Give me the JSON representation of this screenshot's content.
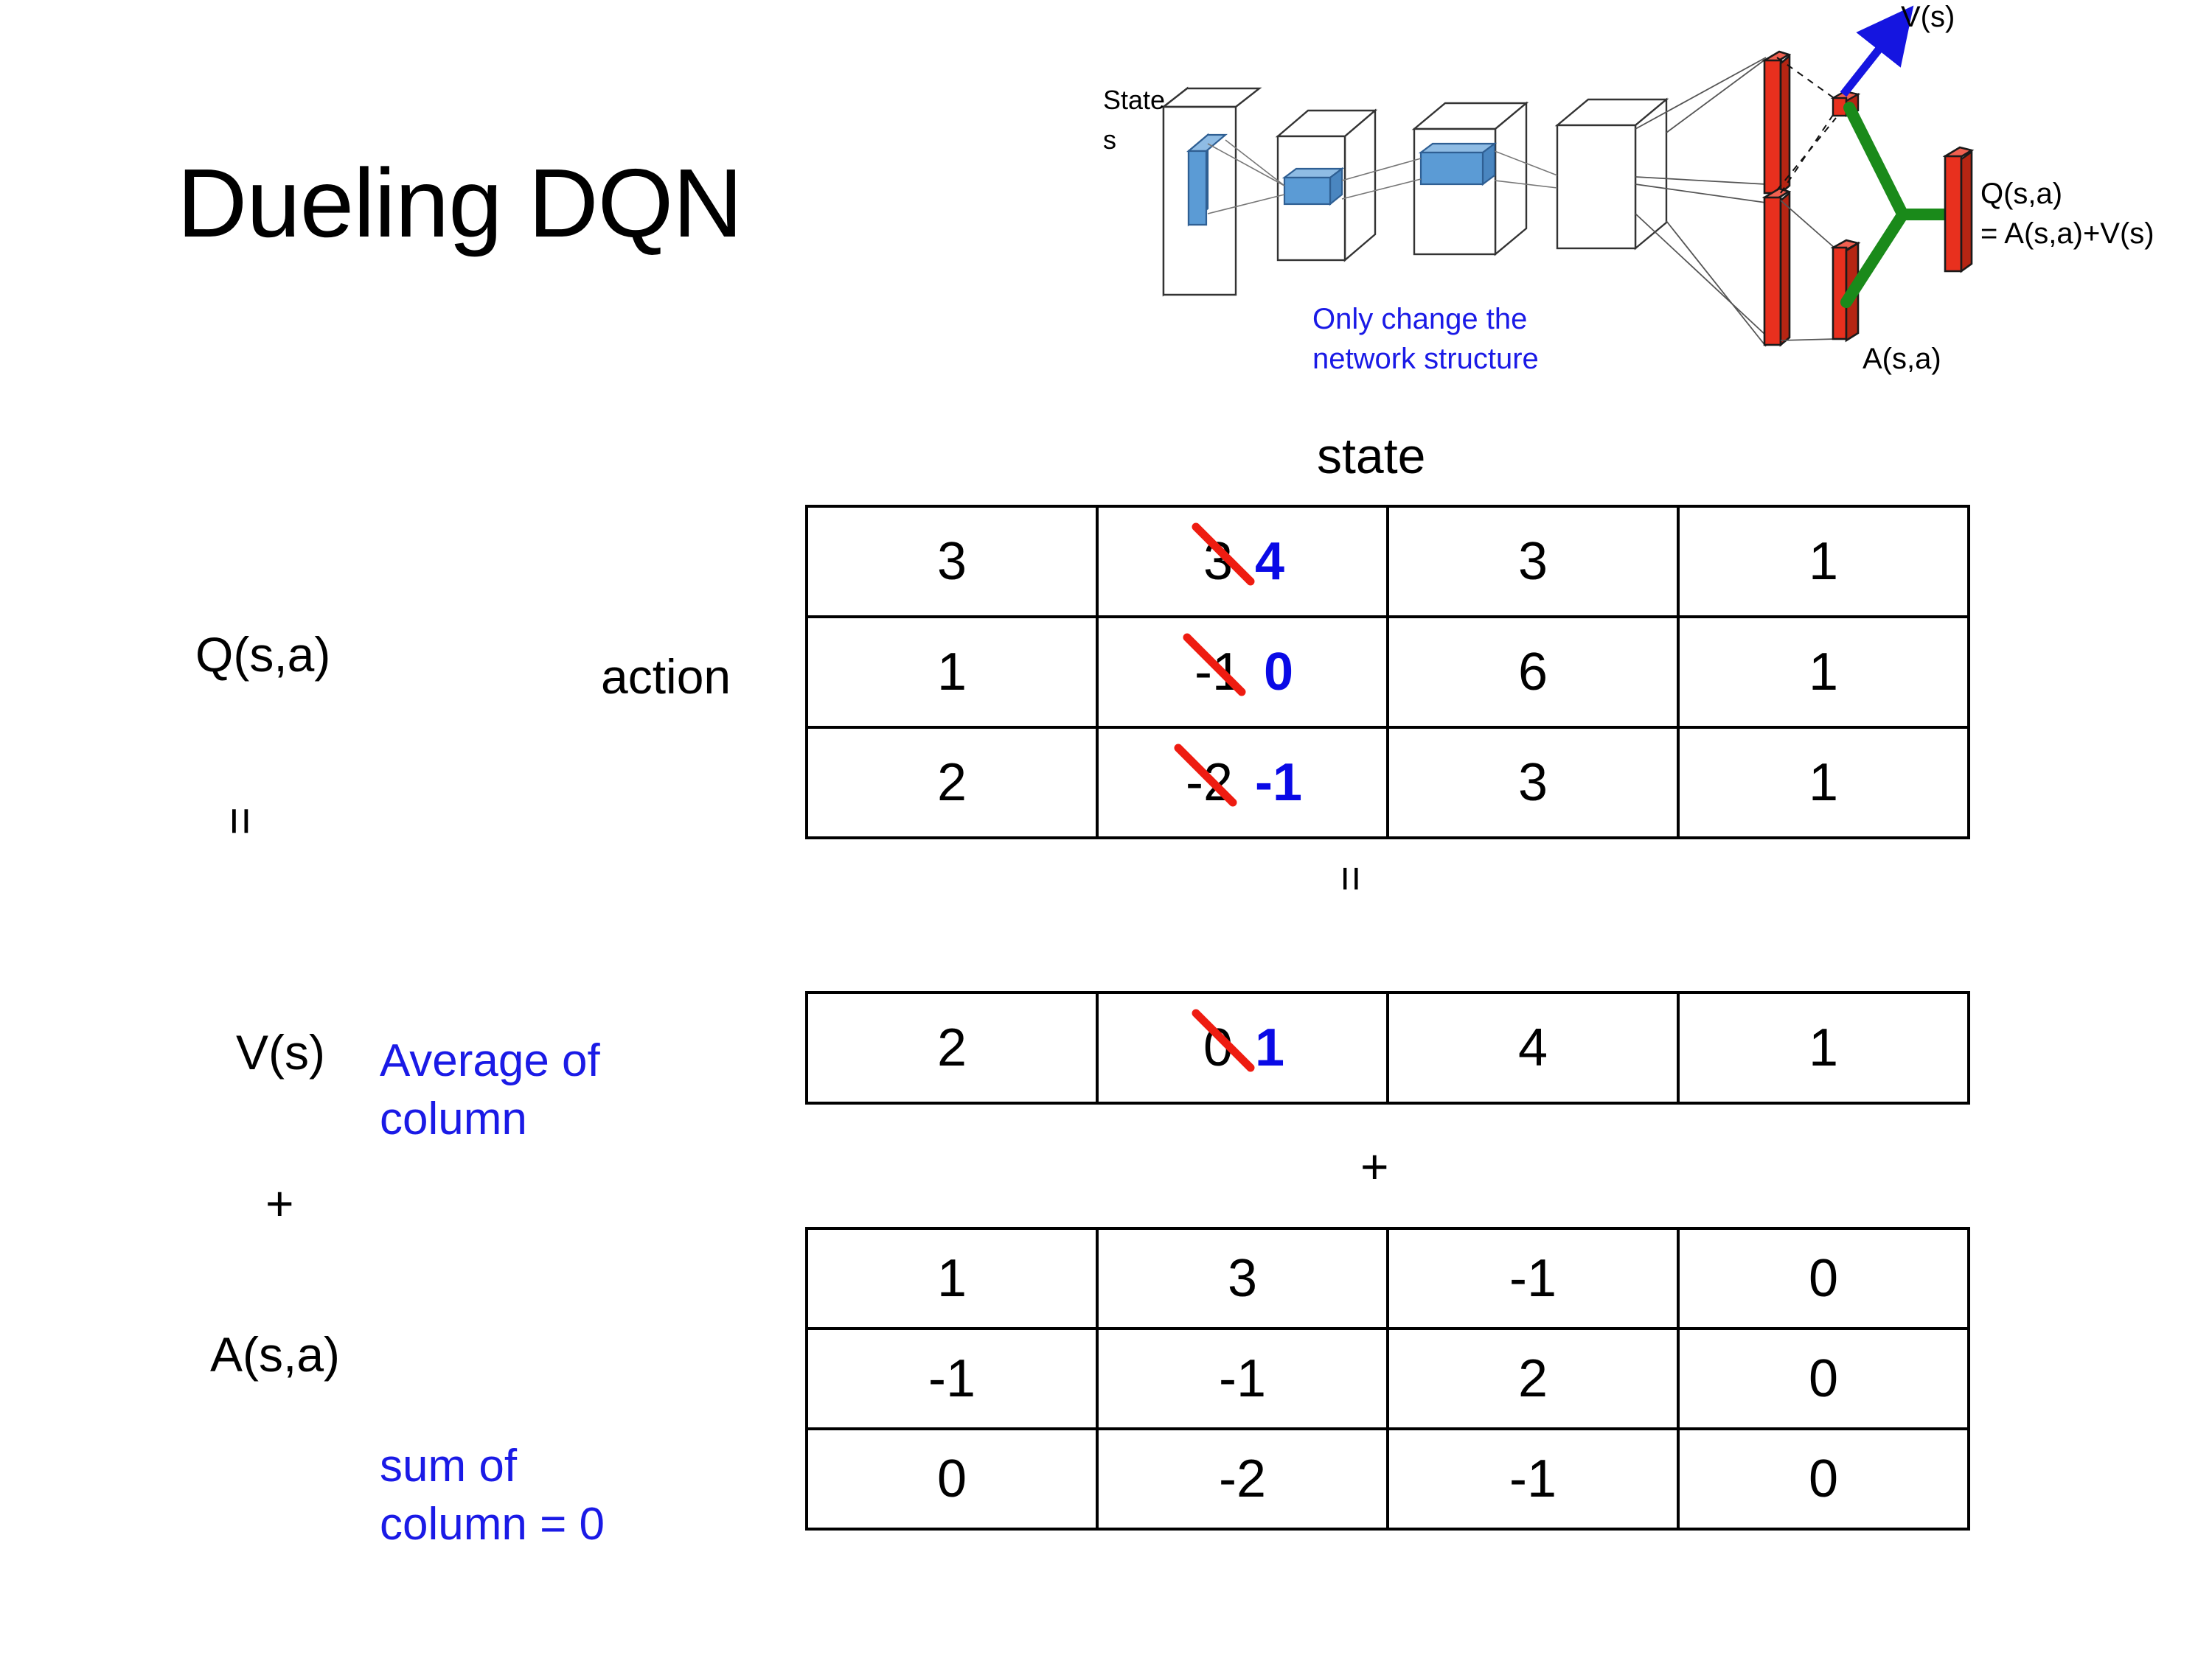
{
  "slide": {
    "title": "Dueling DQN"
  },
  "diagram": {
    "state_label_line1": "State",
    "state_label_line2": "s",
    "note_line1": "Only change the",
    "note_line2": "network structure",
    "value_label": "V(s)",
    "advantage_label": "A(s,a)",
    "q_label_line1": "Q(s,a)",
    "q_label_line2": "= A(s,a)+V(s)",
    "colors": {
      "bar_red": "#E8301E",
      "connector_green": "#1A8A1A",
      "arrow_blue": "#1515E0",
      "filter_blue": "#5B9BD5",
      "note_blue": "#1A1AE6"
    }
  },
  "labels": {
    "q_label": "Q(s,a)",
    "v_label": "V(s)",
    "a_label": "A(s,a)",
    "action_axis": "action",
    "state_axis": "state",
    "equals_left": "=",
    "plus_left": "+",
    "equals_mid": "=",
    "plus_mid": "+",
    "note_average": "Average of column",
    "note_sum": "sum of column = 0"
  },
  "chart_data": {
    "type": "table",
    "title": "Dueling DQN — Q(s,a) = V(s) + A(s,a)",
    "xlabel": "state",
    "ylabel": "action",
    "tables": [
      {
        "name": "Q(s,a)",
        "rows": 3,
        "cols": 4,
        "values": [
          [
            "3",
            "3",
            "3",
            "1"
          ],
          [
            "1",
            "-1",
            "6",
            "1"
          ],
          [
            "2",
            "-2",
            "3",
            "1"
          ]
        ],
        "corrections": [
          {
            "row": 0,
            "col": 1,
            "old": "3",
            "new": "4"
          },
          {
            "row": 1,
            "col": 1,
            "old": "-1",
            "new": "0"
          },
          {
            "row": 2,
            "col": 1,
            "old": "-2",
            "new": "-1"
          }
        ]
      },
      {
        "name": "V(s)",
        "rows": 1,
        "cols": 4,
        "values": [
          [
            "2",
            "0",
            "4",
            "1"
          ]
        ],
        "corrections": [
          {
            "row": 0,
            "col": 1,
            "old": "0",
            "new": "1"
          }
        ]
      },
      {
        "name": "A(s,a)",
        "rows": 3,
        "cols": 4,
        "values": [
          [
            "1",
            "3",
            "-1",
            "0"
          ],
          [
            "-1",
            "-1",
            "2",
            "0"
          ],
          [
            "0",
            "-2",
            "-1",
            "0"
          ]
        ],
        "corrections": []
      }
    ]
  }
}
